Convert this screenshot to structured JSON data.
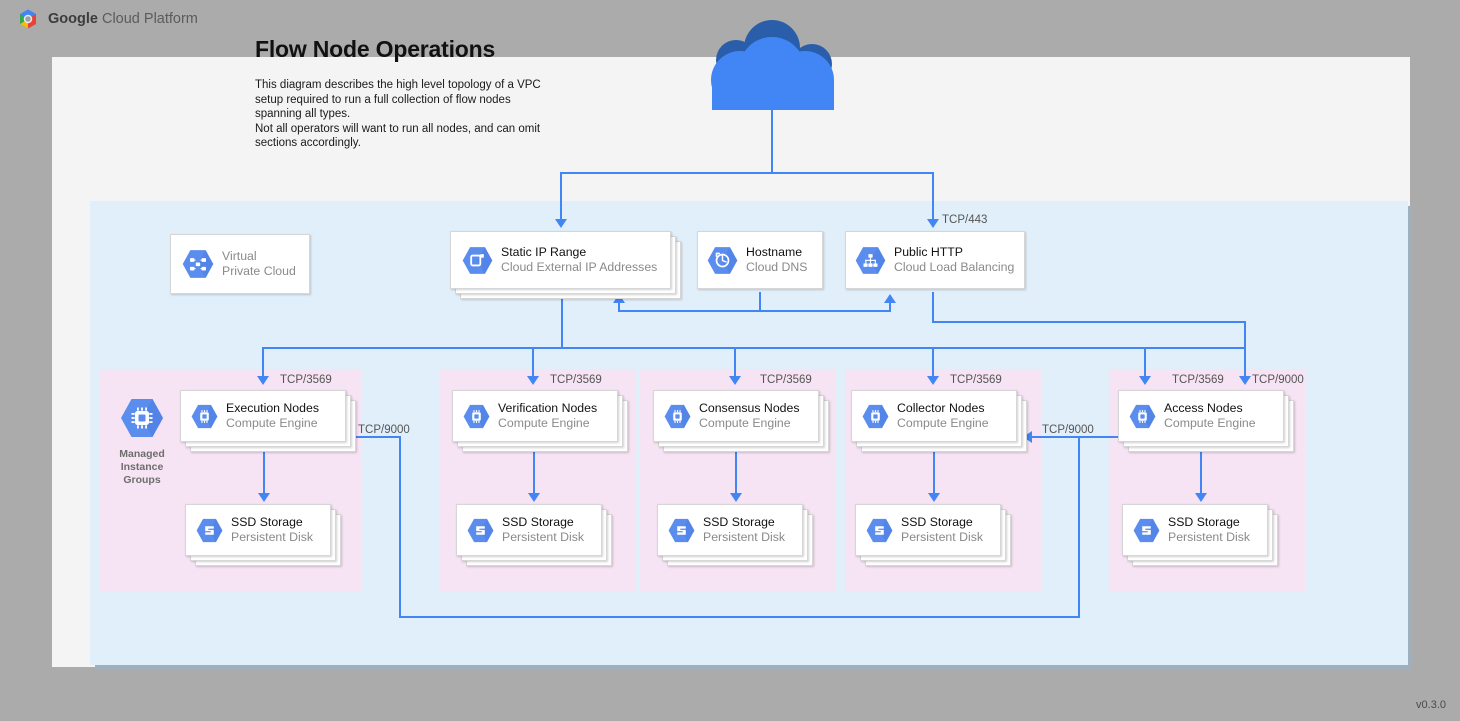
{
  "header": {
    "logo_icon": "google-cloud-platform-hexagon-logo",
    "brand_bold": "Google",
    "brand_rest": " Cloud Platform"
  },
  "diagram": {
    "title": "Flow Node Operations",
    "description": "This diagram describes the high level topology of a VPC setup required to run a full collection of flow nodes spanning all types.\nNot all operators will want to run all nodes, and can omit sections accordingly.",
    "version": "v0.3.0",
    "internet_cloud_icon": "cloud-icon"
  },
  "colors": {
    "accent_blue": "#4285f4",
    "vpc_fill": "#e1effb",
    "group_fill": "#f6e3f4",
    "canvas": "#f4f4f4",
    "page_bg": "#ababab",
    "muted_text": "#8a8a8a"
  },
  "top_row": {
    "nodes": [
      {
        "icon": "virtual-private-cloud-icon",
        "title": "Virtual",
        "subtitle": "Private Cloud",
        "stacked": false,
        "muted": true
      },
      {
        "icon": "cloud-external-ip-addresses-icon",
        "title": "Static IP Range",
        "subtitle": "Cloud External IP Addresses",
        "stacked": true,
        "muted": false
      },
      {
        "icon": "cloud-dns-icon",
        "title": "Hostname",
        "subtitle": "Cloud DNS",
        "stacked": false,
        "muted": false
      },
      {
        "icon": "cloud-load-balancing-icon",
        "title": "Public HTTP",
        "subtitle": "Cloud Load Balancing",
        "stacked": false,
        "muted": false
      }
    ]
  },
  "groups": [
    {
      "group_label": "Managed\nInstance\nGroups",
      "group_icon": "compute-engine-hexagon-icon",
      "has_group_icon": true,
      "compute": {
        "icon": "compute-engine-icon",
        "title": "Execution Nodes",
        "subtitle": "Compute Engine"
      },
      "storage": {
        "icon": "persistent-disk-icon",
        "title": "SSD Storage",
        "subtitle": "Persistent Disk"
      },
      "inbound_port": "TCP/3569"
    },
    {
      "group_label": "",
      "has_group_icon": false,
      "compute": {
        "icon": "compute-engine-icon",
        "title": "Verification Nodes",
        "subtitle": "Compute Engine"
      },
      "storage": {
        "icon": "persistent-disk-icon",
        "title": "SSD Storage",
        "subtitle": "Persistent Disk"
      },
      "inbound_port": "TCP/3569"
    },
    {
      "group_label": "",
      "has_group_icon": false,
      "compute": {
        "icon": "compute-engine-icon",
        "title": "Consensus Nodes",
        "subtitle": "Compute Engine"
      },
      "storage": {
        "icon": "persistent-disk-icon",
        "title": "SSD Storage",
        "subtitle": "Persistent Disk"
      },
      "inbound_port": "TCP/3569"
    },
    {
      "group_label": "",
      "has_group_icon": false,
      "compute": {
        "icon": "compute-engine-icon",
        "title": "Collector Nodes",
        "subtitle": "Compute Engine"
      },
      "storage": {
        "icon": "persistent-disk-icon",
        "title": "SSD Storage",
        "subtitle": "Persistent Disk"
      },
      "inbound_port": "TCP/3569"
    },
    {
      "group_label": "",
      "has_group_icon": false,
      "compute": {
        "icon": "compute-engine-icon",
        "title": "Access Nodes",
        "subtitle": "Compute Engine"
      },
      "storage": {
        "icon": "persistent-disk-icon",
        "title": "SSD Storage",
        "subtitle": "Persistent Disk"
      },
      "inbound_port": "TCP/3569",
      "inbound_port_2": "TCP/9000"
    }
  ],
  "port_labels": {
    "https": "TCP/443",
    "node_api": "TCP/3569",
    "access_api": "TCP/9000",
    "collector_in": "TCP/9000",
    "execution_in": "TCP/9000"
  }
}
